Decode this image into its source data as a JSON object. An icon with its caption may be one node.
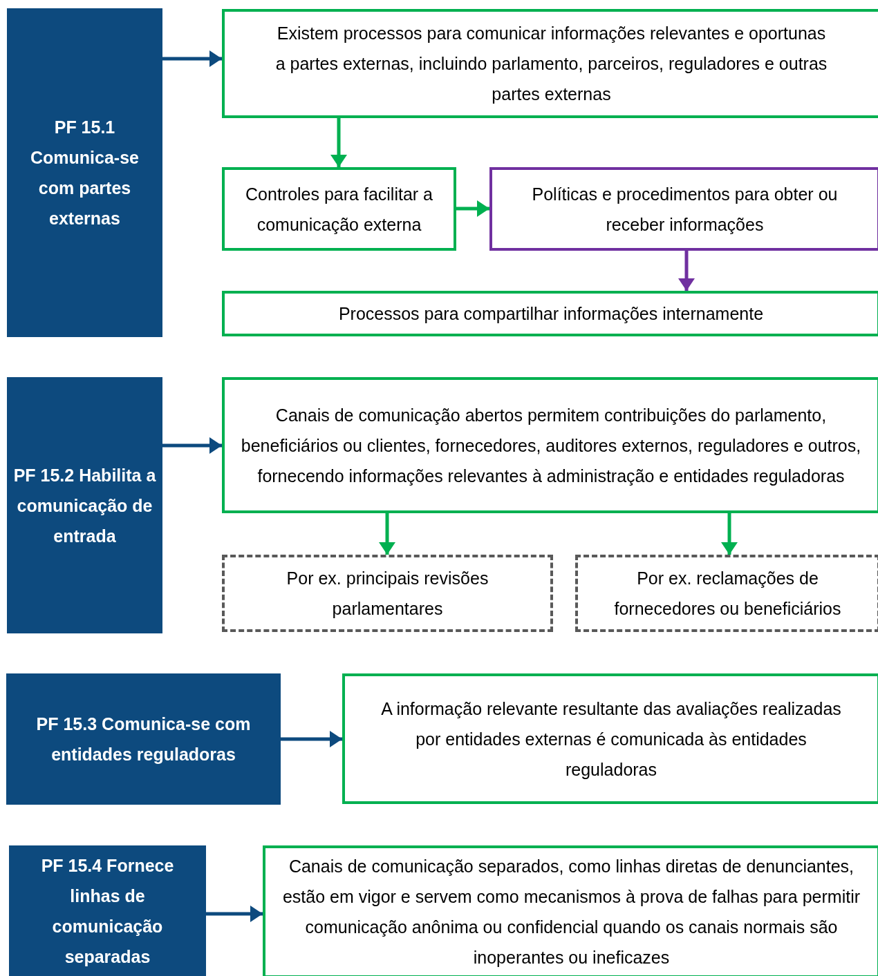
{
  "diagram": {
    "nodes": [
      {
        "text": [
          "PF 15.1 Comunica-se com partes externas"
        ]
      },
      {
        "text": [
          "Existem processos para comunicar informações relevantes e oportunas a partes externas, incluindo parlamento, parceiros, reguladores e outras partes externas"
        ]
      },
      {
        "text": [
          "Controles para facilitar a comunicação externa"
        ]
      },
      {
        "text": [
          "Políticas e procedimentos para obter ou receber informações"
        ]
      },
      {
        "text": [
          "Processos para compartilhar informações internamente"
        ]
      },
      {
        "text": [
          "PF 15.2 Habilita a comunicação de entrada"
        ]
      },
      {
        "text": [
          "Canais de comunicação abertos permitem contribuições do parlamento, beneficiários ou clientes, fornecedores, auditores externos, reguladores e outros, fornecendo informações relevantes à administração e entidades reguladoras"
        ]
      },
      {
        "text": [
          "Por ex. principais revisões parlamentares"
        ]
      },
      {
        "text": [
          "Por ex. reclamações de fornecedores ou beneficiários"
        ]
      },
      {
        "text": [
          "PF 15.3 Comunica-se com entidades reguladoras"
        ]
      },
      {
        "text": [
          "A informação relevante resultante das avaliações realizadas por entidades externas é comunicada às entidades reguladoras"
        ]
      },
      {
        "text": [
          "PF 15.4 Fornece linhas de comunicação separadas"
        ]
      },
      {
        "text": [
          "Canais de comunicação separados, como linhas diretas de denunciantes, estão em vigor e servem como mecanismos à prova de falhas para permitir comunicação anônima ou confidencial quando os canais normais são inoperantes ou ineficazes"
        ]
      }
    ],
    "edges": [
      {
        "from": 0,
        "to": 1,
        "arrow": "to",
        "color": "#0d4a7e"
      },
      {
        "from": 1,
        "to": 2,
        "arrow": "to",
        "color": "#00b050"
      },
      {
        "from": 2,
        "to": 3,
        "arrow": "to",
        "color": "#00b050"
      },
      {
        "from": 3,
        "to": 4,
        "arrow": "to",
        "color": "#7030a0"
      },
      {
        "from": 5,
        "to": 6,
        "arrow": "to",
        "color": "#0d4a7e"
      },
      {
        "from": 6,
        "to": 7,
        "arrow": "to",
        "color": "#00b050"
      },
      {
        "from": 6,
        "to": 8,
        "arrow": "to",
        "color": "#00b050"
      },
      {
        "from": 9,
        "to": 10,
        "arrow": "to",
        "color": "#0d4a7e"
      },
      {
        "from": 11,
        "to": 12,
        "arrow": "to",
        "color": "#0d4a7e"
      }
    ]
  }
}
